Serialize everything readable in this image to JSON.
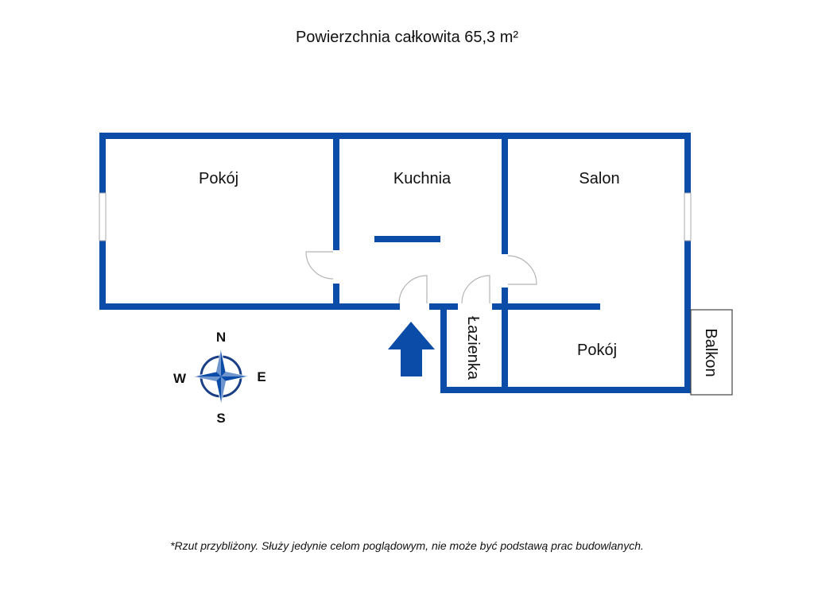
{
  "title": "Powierzchnia całkowita 65,3 m²",
  "rooms": {
    "pokoj_1": "Pokój",
    "kuchnia": "Kuchnia",
    "salon": "Salon",
    "lazienka": "Łazienka",
    "pokoj_2": "Pokój",
    "balkon": "Balkon"
  },
  "compass": {
    "n": "N",
    "s": "S",
    "e": "E",
    "w": "W"
  },
  "entrance_icon": "arrow-up-icon",
  "disclaimer": "*Rzut przybliżony. Służy jedynie celom poglądowym, nie może być podstawą prac budowlanych.",
  "colors": {
    "wall": "#0b4ca8",
    "text": "#111111"
  }
}
